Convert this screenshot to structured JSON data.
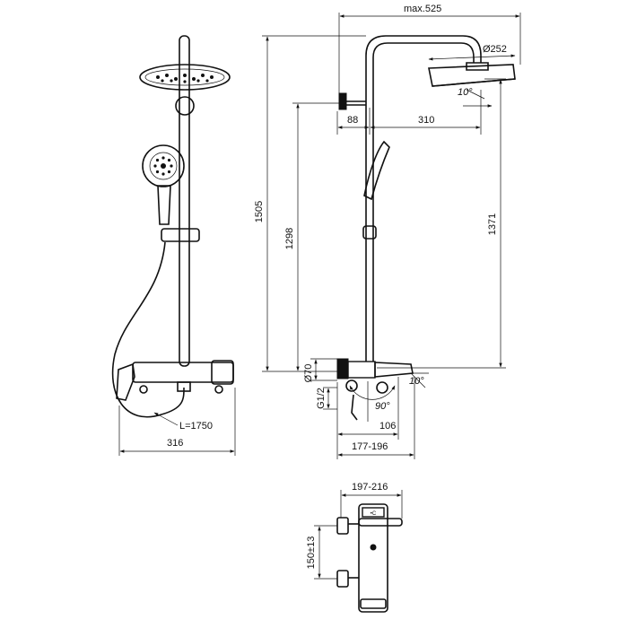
{
  "dimensions": {
    "width_max": "max.525",
    "head_diameter": "Ø252",
    "head_tilt": "10°",
    "arm_offset": "88",
    "arm_length": "310",
    "total_height": "1505",
    "inlet_to_arm": "1298",
    "inlet_to_head": "1371",
    "valve_diameter": "Ø70",
    "thread": "G1/2",
    "swing_angle": "90°",
    "spout_tilt": "10°",
    "spout_offset": "106",
    "mixer_depth": "177-196",
    "hose_length": "L=1750",
    "front_width": "316",
    "mixer_width": "197-216",
    "inlet_spacing": "150±13"
  },
  "colors": {
    "line": "#111111",
    "background": "#ffffff",
    "guide": "#9a9a9a"
  }
}
